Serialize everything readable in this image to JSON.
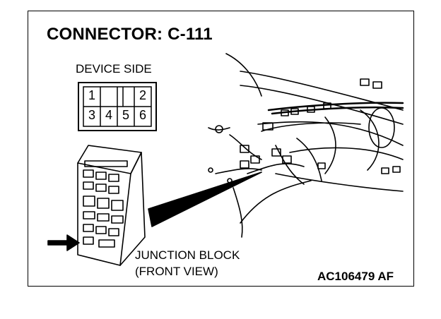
{
  "title": "CONNECTOR: C-111",
  "connector": {
    "view_label": "DEVICE SIDE",
    "top_row": [
      "1",
      "",
      "",
      "2"
    ],
    "bottom_row": [
      "3",
      "4",
      "5",
      "6"
    ]
  },
  "junction_block": {
    "line1": "JUNCTION BLOCK",
    "line2": "(FRONT VIEW)"
  },
  "figure_code": "AC106479 AF"
}
